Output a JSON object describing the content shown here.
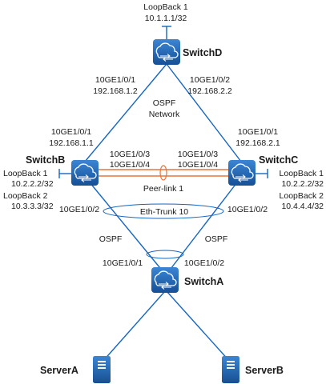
{
  "switches": {
    "switch_d": {
      "name": "SwitchD",
      "loopback_name": "LoopBack 1",
      "loopback_ip": "10.1.1.1/32"
    },
    "switch_b": {
      "name": "SwitchB",
      "loopback1_name": "LoopBack 1",
      "loopback1_ip": "10.2.2.2/32",
      "loopback2_name": "LoopBack 2",
      "loopback2_ip": "10.3.3.3/32"
    },
    "switch_c": {
      "name": "SwitchC",
      "loopback1_name": "LoopBack 1",
      "loopback1_ip": "10.2.2.2/32",
      "loopback2_name": "LoopBack 2",
      "loopback2_ip": "10.4.4.4/32"
    },
    "switch_a": {
      "name": "SwitchA"
    }
  },
  "servers": {
    "server_a": {
      "name": "ServerA"
    },
    "server_b": {
      "name": "ServerB"
    }
  },
  "interfaces": {
    "d_left_port": "10GE1/0/1",
    "d_left_ip": "192.168.1.2",
    "d_right_port": "10GE1/0/2",
    "d_right_ip": "192.168.2.2",
    "b_up_port": "10GE1/0/1",
    "b_up_ip": "192.168.1.1",
    "c_up_port": "10GE1/0/1",
    "c_up_ip": "192.168.2.1",
    "b_peer_port_1": "10GE1/0/3",
    "b_peer_port_2": "10GE1/0/4",
    "c_peer_port_1": "10GE1/0/3",
    "c_peer_port_2": "10GE1/0/4",
    "b_down_port": "10GE1/0/2",
    "c_down_port": "10GE1/0/2",
    "a_left_port": "10GE1/0/1",
    "a_right_port": "10GE1/0/2"
  },
  "labels": {
    "ospf_network_line1": "OSPF",
    "ospf_network_line2": "Network",
    "peer_link": "Peer-link 1",
    "eth_trunk": "Eth-Trunk 10",
    "ospf_left": "OSPF",
    "ospf_right": "OSPF"
  },
  "colors": {
    "link": "#1565c0",
    "peer_link": "#e8743b",
    "switch_fill": "#1e63b0"
  }
}
